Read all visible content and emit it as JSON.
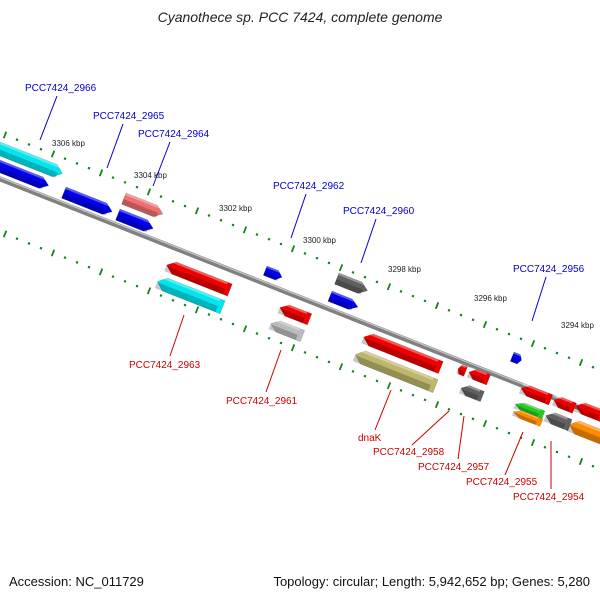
{
  "title": "Cyanothece sp. PCC 7424, complete genome",
  "footer": {
    "accession": "Accession: NC_011729",
    "topology": "Topology: circular; Length: 5,942,652 bp; Genes: 5,280"
  },
  "colors": {
    "forward_label": "#0000cc",
    "reverse_label": "#cc0000",
    "backbone": "#808080",
    "tick": "#1a7f1a"
  },
  "scale_labels": [
    "3306 kbp",
    "3304 kbp",
    "3302 kbp",
    "3300 kbp",
    "3298 kbp",
    "3296 kbp",
    "3294 kbp"
  ],
  "forward_gene_labels": [
    "PCC7424_2966",
    "PCC7424_2965",
    "PCC7424_2964",
    "PCC7424_2962",
    "PCC7424_2960",
    "PCC7424_2956"
  ],
  "reverse_gene_labels": [
    "PCC7424_2963",
    "PCC7424_2961",
    "dnaK",
    "PCC7424_2958",
    "PCC7424_2957",
    "PCC7424_2955",
    "PCC7424_2954"
  ],
  "gene_colors": {
    "cyan": "#00e5ee",
    "blue": "#0000ee",
    "pink": "#f07070",
    "grey": "#606060",
    "red": "#ee0000",
    "light_grey": "#bbbbbb",
    "olive": "#bdb76b",
    "green": "#22cc22",
    "orange": "#ff8c00"
  }
}
